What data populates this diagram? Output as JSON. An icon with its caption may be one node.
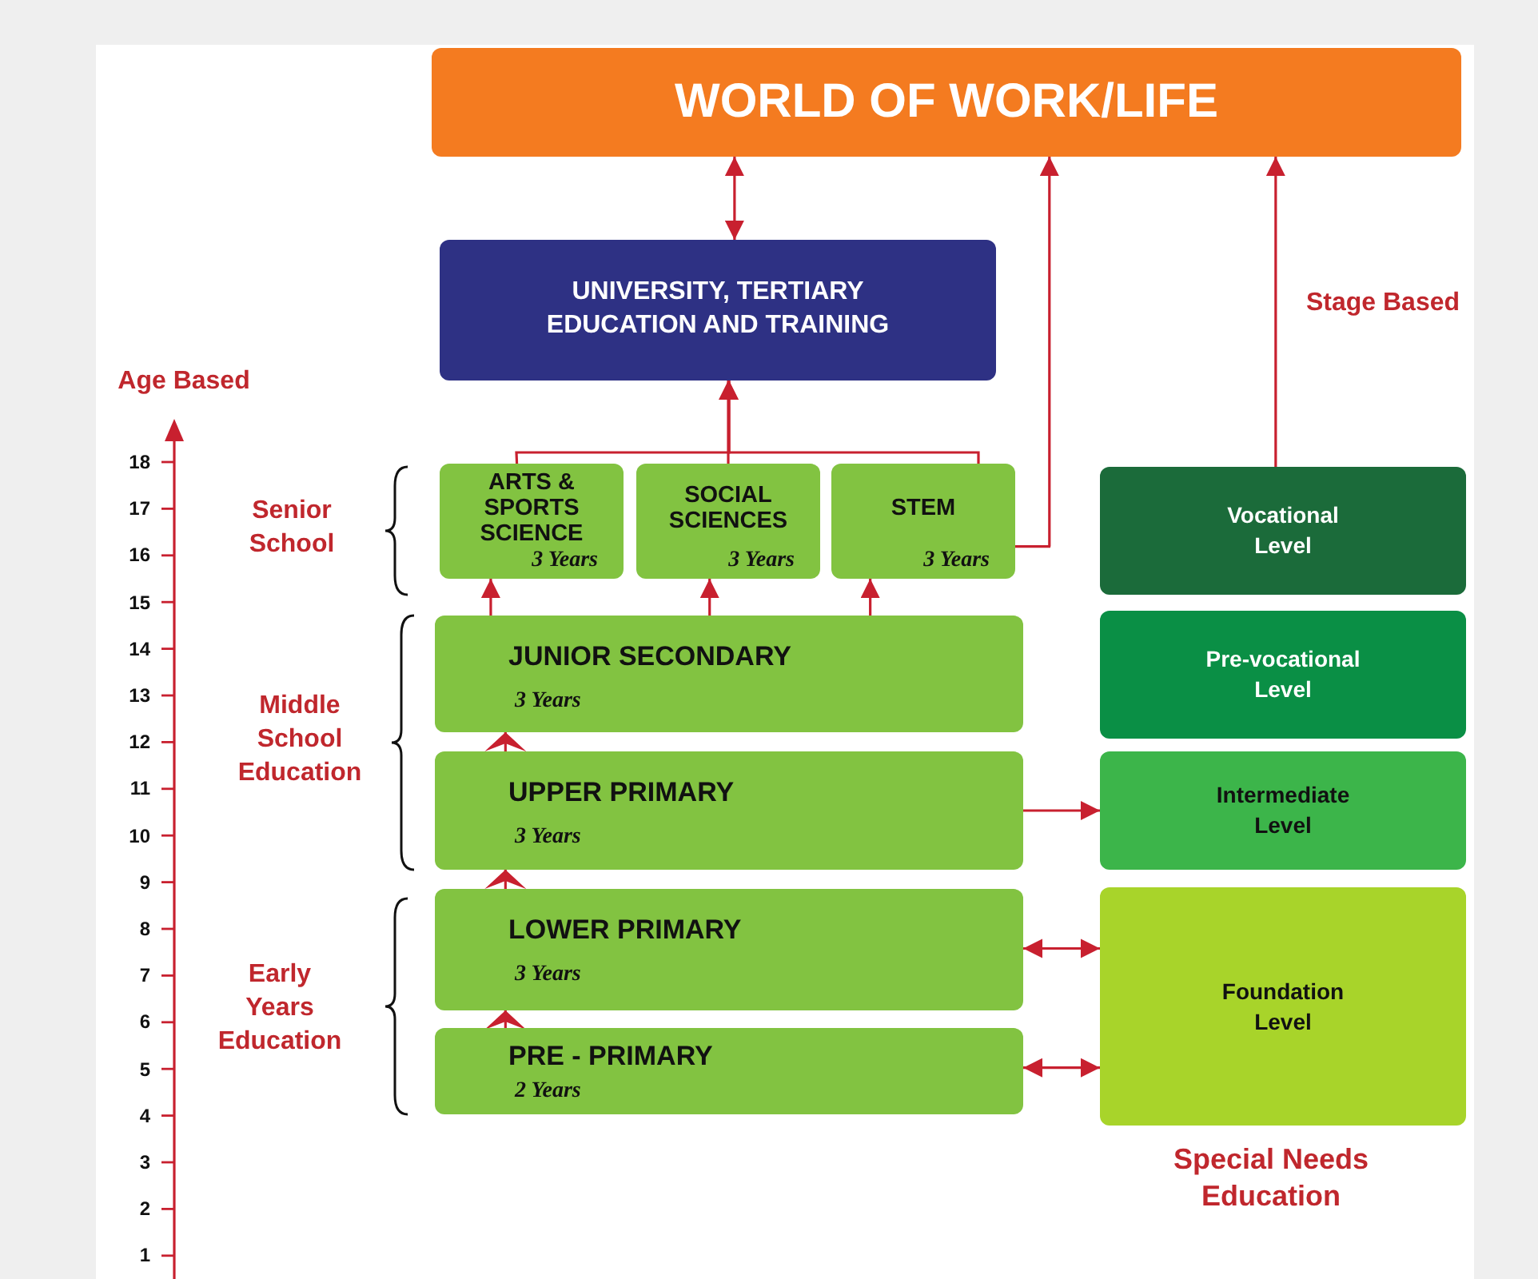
{
  "diagram": {
    "nodes": [
      {
        "text": [
          "WORLD OF WORK/LIFE"
        ]
      },
      {
        "text": [
          "UNIVERSITY, TERTIARY EDUCATION AND TRAINING"
        ]
      },
      {
        "text": [
          "ARTS & SPORTS SCIENCE",
          "3 Years"
        ]
      },
      {
        "text": [
          "SOCIAL SCIENCES",
          "3 Years"
        ]
      },
      {
        "text": [
          "STEM",
          "3 Years"
        ]
      },
      {
        "text": [
          "JUNIOR SECONDARY",
          "3 Years"
        ]
      },
      {
        "text": [
          "UPPER PRIMARY",
          "3 Years"
        ]
      },
      {
        "text": [
          "LOWER PRIMARY",
          "3 Years"
        ]
      },
      {
        "text": [
          "PRE - PRIMARY",
          "2 Years"
        ]
      },
      {
        "text": [
          "Vocational Level"
        ]
      },
      {
        "text": [
          "Pre-vocational Level"
        ]
      },
      {
        "text": [
          "Intermediate Level"
        ]
      },
      {
        "text": [
          "Foundation Level"
        ]
      }
    ],
    "edges": [
      {
        "from": 1,
        "to": 0,
        "arrow": "both"
      },
      {
        "from": 2,
        "to": 1,
        "arrow": "to"
      },
      {
        "from": 3,
        "to": 1,
        "arrow": "to"
      },
      {
        "from": 4,
        "to": 1,
        "arrow": "to"
      },
      {
        "from": 4,
        "to": 0,
        "arrow": "to"
      },
      {
        "from": 9,
        "to": 0,
        "arrow": "to"
      },
      {
        "from": 5,
        "to": 2,
        "arrow": "to"
      },
      {
        "from": 5,
        "to": 3,
        "arrow": "to"
      },
      {
        "from": 5,
        "to": 4,
        "arrow": "to"
      },
      {
        "from": 6,
        "to": 5,
        "arrow": "to"
      },
      {
        "from": 7,
        "to": 6,
        "arrow": "to"
      },
      {
        "from": 8,
        "to": 7,
        "arrow": "to"
      },
      {
        "from": 6,
        "to": 11,
        "arrow": "to"
      },
      {
        "from": 7,
        "to": 12,
        "arrow": "both"
      },
      {
        "from": 8,
        "to": 12,
        "arrow": "both"
      }
    ],
    "labels": [
      "Stage Based",
      "Age Based",
      "18",
      "17",
      "16",
      "15",
      "14",
      "13",
      "12",
      "11",
      "10",
      "9",
      "8",
      "7",
      "6",
      "5",
      "4",
      "3",
      "2",
      "1",
      "Senior School",
      "Middle School Education",
      "Early Years Education",
      "Special Needs Education"
    ]
  }
}
